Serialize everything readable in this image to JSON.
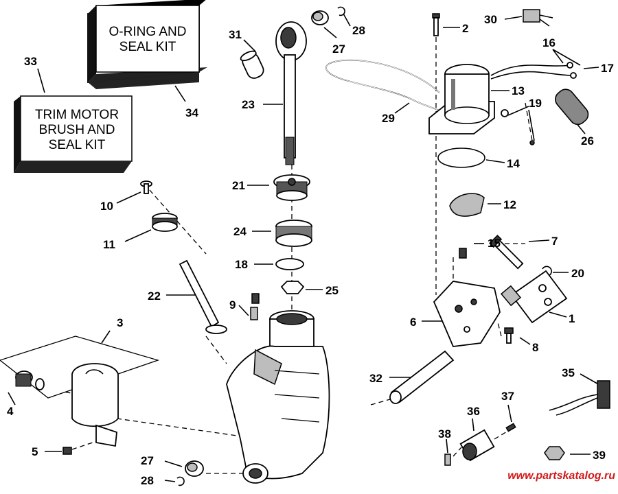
{
  "kits": {
    "seal_kit_line1": "O-RING AND",
    "seal_kit_line2": "SEAL KIT",
    "motor_kit_line1": "TRIM MOTOR",
    "motor_kit_line2": "BRUSH AND",
    "motor_kit_line3": "SEAL KIT"
  },
  "callouts": [
    "1",
    "2",
    "3",
    "4",
    "5",
    "6",
    "7",
    "8",
    "9",
    "10",
    "11",
    "12",
    "13",
    "14",
    "15",
    "16",
    "17",
    "18",
    "19",
    "20",
    "21",
    "22",
    "23",
    "24",
    "25",
    "26",
    "27",
    "28",
    "29",
    "30",
    "31",
    "32",
    "33",
    "34",
    "35",
    "36",
    "37",
    "38",
    "39"
  ],
  "callout_27_b": "27",
  "callout_28_b": "28",
  "watermark": "www.partskatalog.ru"
}
